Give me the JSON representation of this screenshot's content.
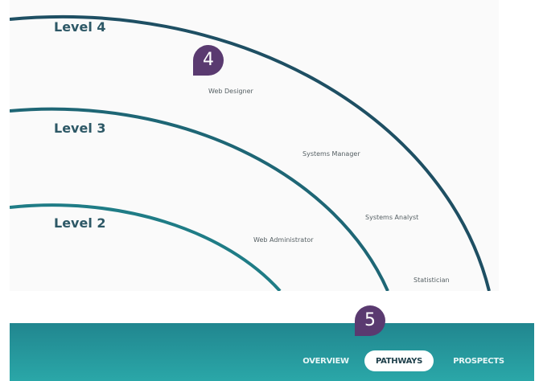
{
  "diagram": {
    "levels": [
      {
        "label": "Level 4"
      },
      {
        "label": "Level 3"
      },
      {
        "label": "Level 2"
      }
    ],
    "jobs": [
      {
        "label": "Web Designer"
      },
      {
        "label": "Systems Manager"
      },
      {
        "label": "Systems Analyst"
      },
      {
        "label": "Web Administrator"
      },
      {
        "label": "Statistician"
      }
    ],
    "colors": {
      "outer_arc": "#1e4f63",
      "middle_arc": "#1e6675",
      "inner_arc": "#1f7c86",
      "marker": "#5a3a70"
    }
  },
  "markers": [
    {
      "number": "4"
    },
    {
      "number": "5"
    }
  ],
  "nav": {
    "tabs": [
      {
        "label": "OVERVIEW",
        "active": false
      },
      {
        "label": "PATHWAYS",
        "active": true
      },
      {
        "label": "PROSPECTS",
        "active": false
      }
    ]
  }
}
